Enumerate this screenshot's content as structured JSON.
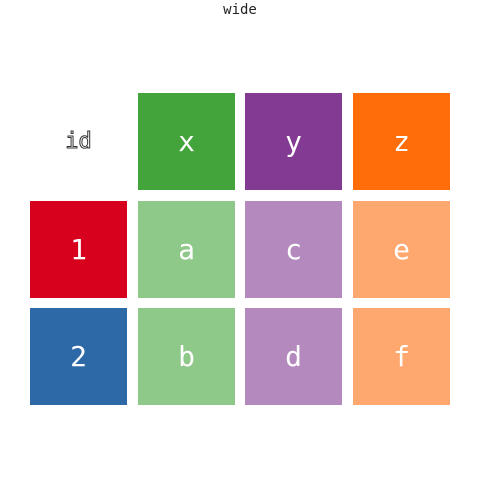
{
  "title": "wide",
  "header": {
    "id": "id",
    "x": "x",
    "y": "y",
    "z": "z"
  },
  "rows": [
    {
      "id": "1",
      "x": "a",
      "y": "c",
      "z": "e"
    },
    {
      "id": "2",
      "x": "b",
      "y": "d",
      "z": "f"
    }
  ],
  "colors": {
    "x_header": "#43a43c",
    "y_header": "#833a92",
    "z_header": "#ff6d0b",
    "x_value": "#8fc98a",
    "y_value": "#b489be",
    "z_value": "#fea76e",
    "id_1": "#d7011d",
    "id_2": "#2d68a7"
  }
}
